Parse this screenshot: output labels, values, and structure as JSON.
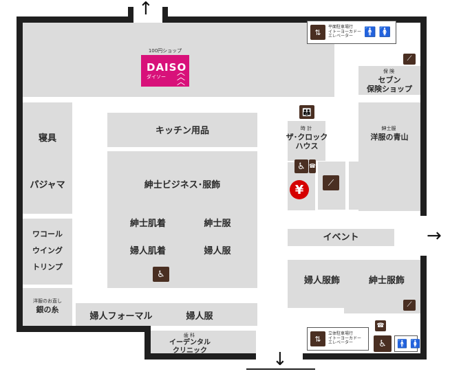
{
  "directions": {
    "up": "↑",
    "right": "→",
    "down": "↓"
  },
  "icons": {
    "elevator": "elevator-icon",
    "escalator": "escalator-icon",
    "wheelchair": "wheelchair-icon",
    "stairs": "stairs-icon",
    "restroom_male": "male-restroom-icon",
    "restroom_female": "female-restroom-icon",
    "atm": "yen-atm-icon",
    "phone": "phone-icon",
    "family_restroom": "family-restroom-icon"
  },
  "elevator_panel_top": {
    "line1": "平面駐車場行",
    "line2": "イトーヨーカドー",
    "line3": "エレベーター"
  },
  "elevator_panel_bottom": {
    "line1": "立体駐車場行",
    "line2": "イトーヨーカドー",
    "line3": "エレベーター"
  },
  "shops": {
    "daiso_caption": "100円ショップ",
    "daiso_logo": "DAISO",
    "daiso_kana": "ダイソー",
    "hoken_small": "保 険",
    "hoken": "セブン\n保険ショップ",
    "clock_small": "時 計",
    "clock": "ザ･クロック\nハウス",
    "aoyama_small": "紳士服",
    "aoyama": "洋服の青山",
    "kitchen": "キッチン用品",
    "shinshi_business": "紳士ビジネス･服飾",
    "shinshi_hadagi": "紳士肌着",
    "shinshi_fuku": "紳士服",
    "fujin_hadagi": "婦人肌着",
    "fujin_fuku": "婦人服",
    "shingu": "寝具",
    "pajama": "パジャマ",
    "wacoal": "ワコール",
    "wing": "ウイング",
    "triumph": "トリンプ",
    "ginnoito_small": "洋服のお直し",
    "ginnoito": "銀の糸",
    "fujin_formal": "婦人フォーマル",
    "fujin_fuku2": "婦人服",
    "event": "イベント",
    "fujin_fukushoku": "婦人服飾",
    "shinshi_fukushoku": "紳士服飾",
    "dental_small": "歯 科",
    "dental": "イーデンタル\nクリニック"
  },
  "colors": {
    "area": "#dcdcdc",
    "wall": "#1f1f1f",
    "icon_bg": "#4a2f22",
    "daiso": "#d8117a",
    "atm": "#d50000",
    "male": "#1565c0",
    "female": "#d32f2f"
  }
}
